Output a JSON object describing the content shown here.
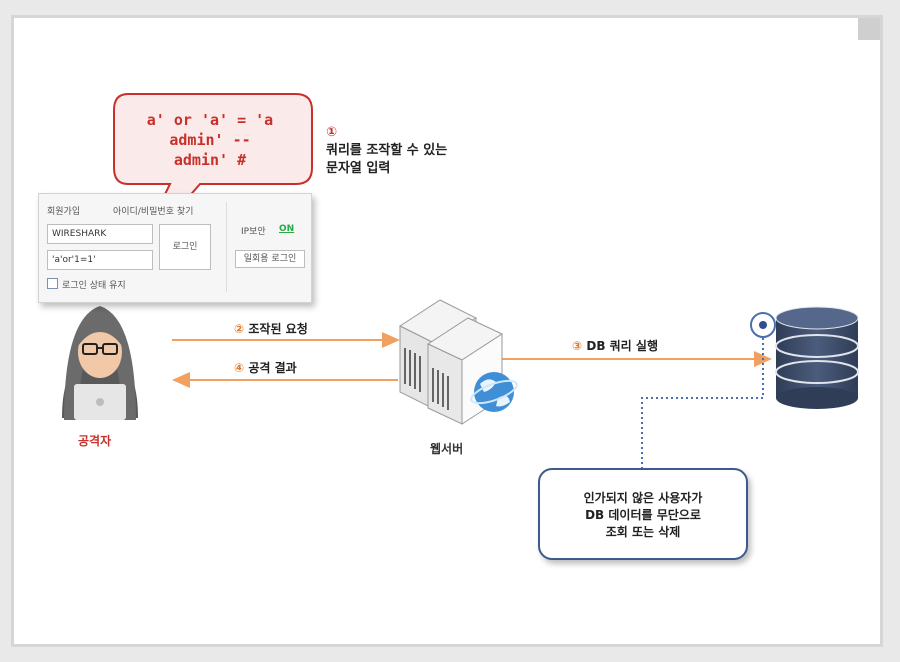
{
  "injection": {
    "lines": [
      "a' or 'a' = 'a",
      "admin' --",
      "admin' #"
    ]
  },
  "step1": {
    "number": "①",
    "line1": "쿼리를 조작할 수 있는",
    "line2": "문자열 입력"
  },
  "login_form": {
    "signup": "회원가입",
    "find": "아이디/비밀번호 찾기",
    "id_value": "WIRESHARK",
    "pw_value": "'a'or'1=1'",
    "login_button": "로그인",
    "ip_security": "IP보안",
    "ip_status": "ON",
    "onetime_login": "일회용 로그인",
    "remember": "로그인 상태 유지"
  },
  "steps": {
    "s2": {
      "number": "②",
      "text": "조작된 요청"
    },
    "s3": {
      "number": "③",
      "text": "DB 쿼리 실행"
    },
    "s4": {
      "number": "④",
      "text": "공격 결과"
    }
  },
  "actors": {
    "attacker": "공격자",
    "webserver": "웹서버"
  },
  "note": {
    "line1": "인가되지 않은 사용자가",
    "line2": "DB 데이터를 무단으로",
    "line3": "조회 또는 삭제"
  },
  "colors": {
    "accent_red": "#c8302b",
    "arrow_orange": "#f0a060",
    "db_navy": "#3b4b66",
    "note_border": "#3d5a8c"
  },
  "icons": [
    "hacker-icon",
    "server-icon",
    "globe-icon",
    "database-icon",
    "info-dot-icon"
  ]
}
